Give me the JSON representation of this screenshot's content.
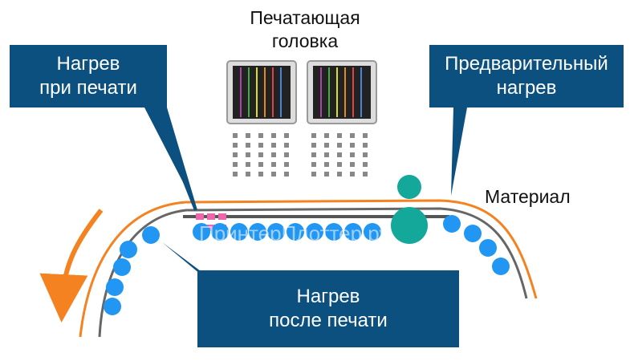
{
  "labels": {
    "print_head_line1": "Печатающая",
    "print_head_line2": "головка",
    "heat_during_line1": "Нагрев",
    "heat_during_line2": "при печати",
    "preheat_line1": "Предварительный",
    "preheat_line2": "нагрев",
    "material": "Материал",
    "heat_after_line1": "Нагрев",
    "heat_after_line2": "после печати"
  },
  "watermark": "ПринтерПлоттер.ру",
  "colors": {
    "callout_bg": "#0c5080",
    "roller_blue": "#2196f3",
    "roller_teal": "#14a89a",
    "media_orange": "#f58220",
    "arrow_orange": "#f58220",
    "platen_gray": "#555555",
    "head_nozzle_gray": "#888888",
    "heater_pink": "#ee66aa"
  },
  "icons": {
    "feed_direction": "curved-arrow-down-icon"
  }
}
